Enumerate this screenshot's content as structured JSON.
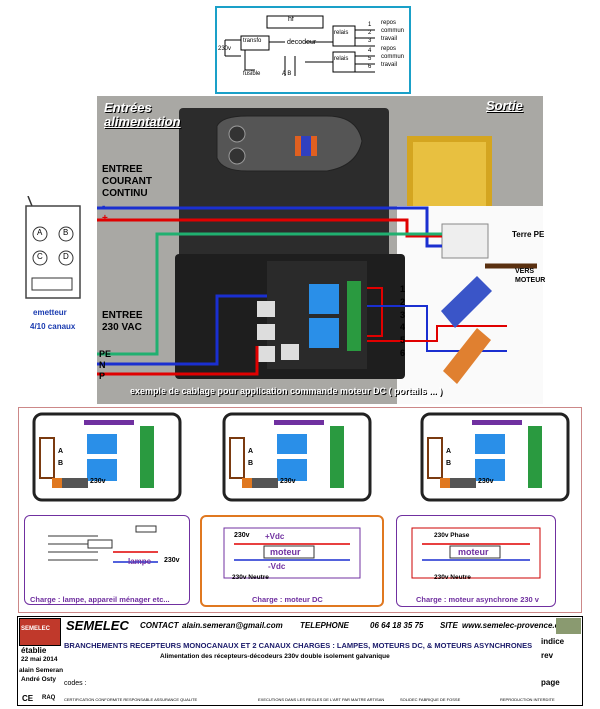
{
  "top_schematic": {
    "hf": "hf",
    "transfo": "transfo",
    "decodeur": "decodeur",
    "v230": "230v",
    "fusible": "fusible",
    "ab": "A B",
    "relais1": "relais",
    "relais2": "relais",
    "t1": "1",
    "t2": "2",
    "t3": "3",
    "t4": "4",
    "t5": "5",
    "t6": "6",
    "repos1": "repos",
    "commun1": "commun",
    "travail1": "travail",
    "repos2": "repos",
    "commun2": "commun",
    "travail2": "travail"
  },
  "photo": {
    "entrees": "Entrées",
    "alimentation": "alimentation",
    "sortie": "Sortie",
    "entree_dc1": "ENTREE",
    "entree_dc2": "COURANT",
    "entree_dc3": "CONTINU",
    "minus": "-",
    "plus": "+",
    "entree_ac1": "ENTREE",
    "entree_ac2": "230 VAC",
    "pe": "PE",
    "n": "N",
    "p": "P",
    "terre_pe": "Terre PE",
    "vers_moteur1": "VERS",
    "vers_moteur2": "MOTEUR",
    "out1": "1",
    "out2": "2",
    "out3": "3",
    "out4": "4",
    "out5": "5",
    "out6": "6",
    "caption": "exemple de cablage pour application commande moteur DC ( portails ... )"
  },
  "remote": {
    "btn_a": "A",
    "btn_b": "B",
    "btn_c": "C",
    "btn_d": "D",
    "label1": "emetteur",
    "label2": "4/10 canaux"
  },
  "panels": [
    {
      "v230": "230v",
      "a": "A",
      "b": "B",
      "charge_caption": "Charge : lampe, appareil ménager etc...",
      "lampe": "lampe",
      "v230b": "230v"
    },
    {
      "v230": "230v",
      "a": "A",
      "b": "B",
      "charge_caption": "Charge : moteur DC",
      "vdc_plus": "+Vdc",
      "moteur": "moteur",
      "vdc_minus": "-Vdc",
      "v230b": "230v",
      "v230c": "230v Neutre"
    },
    {
      "v230": "230v",
      "a": "A",
      "b": "B",
      "charge_caption": "Charge : moteur asynchrone 230 v",
      "phase": "230v Phase",
      "moteur": "moteur",
      "neutre": "230v Neutre"
    }
  ],
  "footer": {
    "semelec_logo": "SEMELEC",
    "brand": "SEMELEC",
    "contact_label": "CONTACT",
    "email": "alain.semeran@gmail.com",
    "telephone_label": "TELEPHONE",
    "telephone": "06 64 18 35 75",
    "site_label": "SITE",
    "site": "www.semelec-provence.com",
    "etabli": "établie",
    "date": "22 mai 2014",
    "author1": "alain Semeran",
    "author2": "André Osty",
    "title": "BRANCHEMENTS RECEPTEURS MONOCANAUX ET 2 CANAUX   CHARGES : LAMPES, MOTEURS DC, & MOTEURS  ASYNCHRONES",
    "subtitle": "Alimentation des récepteurs-décodeurs   230v  double isolement galvanique",
    "codes_label": "codes :",
    "indice": "indice",
    "rev": "rev",
    "page": "page",
    "ce": "CE",
    "raq": "RAQ",
    "b1": "CERTIFICATION CONFORMITE RESPONSABLE ASSURANCE QUALITE",
    "b2": "EXECUTIONS DANS LES REGLES DE L'ART PAR MAITRE ARTISAN",
    "b3": "SOLIDEC FABRIQUE DE FOSSE",
    "b4": "REPRODUCTION INTERDITE"
  },
  "colors": {
    "photo_bg": "#a9a8a4",
    "blue_wire": "#1a2fd0",
    "red_wire": "#e00000",
    "green_wire": "#20b070",
    "panel_border": "#7030a0",
    "orange_border": "#e07820",
    "relay_blue": "#2a8fe8"
  }
}
